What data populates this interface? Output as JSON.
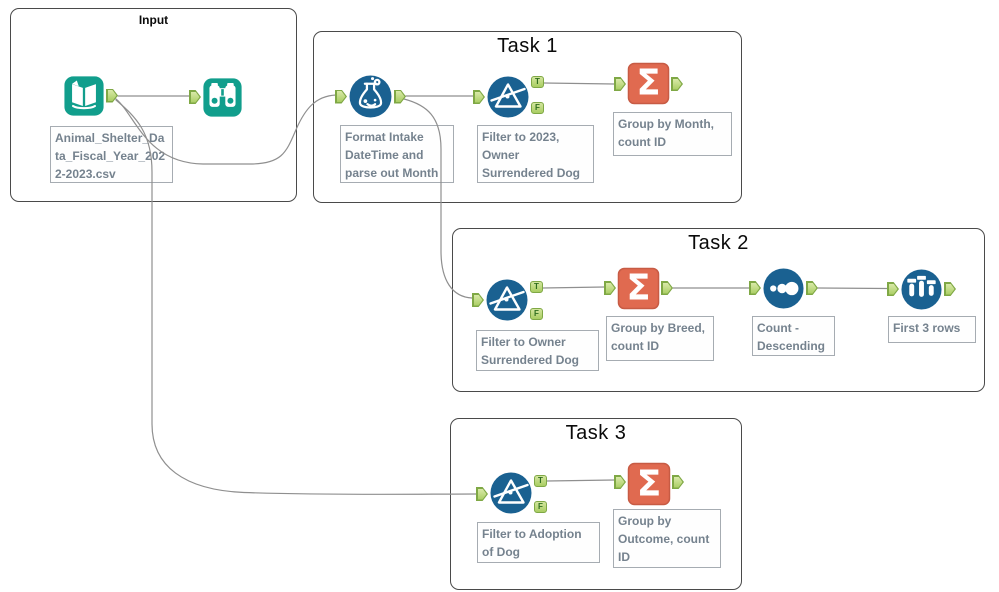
{
  "containers": {
    "input": {
      "title": "Input"
    },
    "task1": {
      "title": "Task 1"
    },
    "task2": {
      "title": "Task 2"
    },
    "task3": {
      "title": "Task 3"
    }
  },
  "tools": {
    "input_data": {
      "annotation": "Animal_Shelter_Data_Fiscal_Year_2022-2023.csv"
    },
    "formula": {
      "annotation": "Format Intake DateTime and parse out Month"
    },
    "filter_task1": {
      "annotation": "Filter to 2023, Owner Surrendered Dog"
    },
    "summarize_task1": {
      "annotation": "Group by Month, count ID"
    },
    "filter_task2": {
      "annotation": "Filter to Owner Surrendered Dog"
    },
    "summarize_task2": {
      "annotation": "Group by Breed, count ID"
    },
    "sort_task2": {
      "annotation": "Count - Descending"
    },
    "sample_task2": {
      "annotation": "First 3 rows"
    },
    "filter_task3": {
      "annotation": "Filter to Adoption of Dog"
    },
    "summarize_task3": {
      "annotation": "Group by Outcome, count ID"
    }
  },
  "anchors": {
    "true_label": "T",
    "false_label": "F"
  },
  "icons": {
    "summarize_glyph": "Σ"
  },
  "colors": {
    "teal": "#119E8C",
    "blue": "#1A6191",
    "orange": "#E06A50",
    "orange_border": "#C75B44",
    "anchor_border": "#7FA845",
    "anchor_letter": "#2F6E1E",
    "wire": "#8F8F8F",
    "annotation_text": "#75828E",
    "annotation_border": "#A6ACB2"
  }
}
